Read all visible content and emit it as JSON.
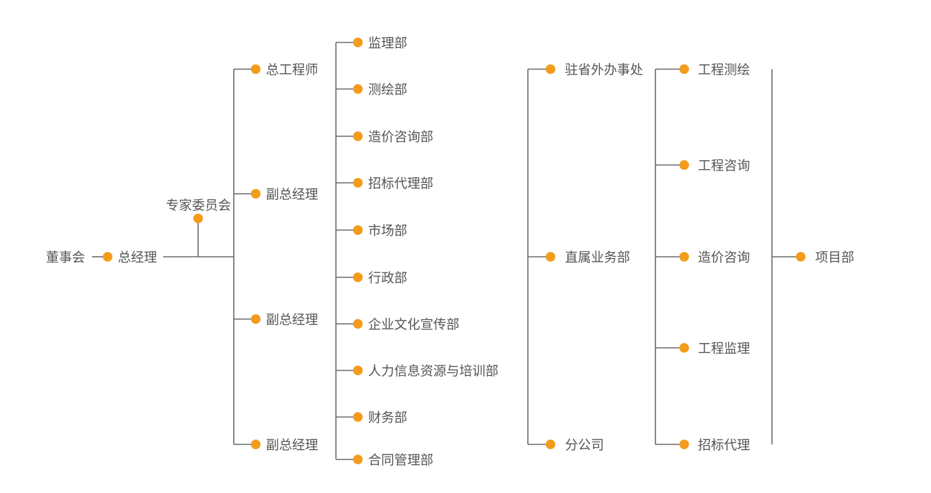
{
  "colors": {
    "node": "#f39c1c",
    "line": "#666666",
    "text": "#555555"
  },
  "root": {
    "board": "董事会",
    "gm": "总经理",
    "expert_committee": "专家委员会"
  },
  "executives": [
    "总工程师",
    "副总经理",
    "副总经理",
    "副总经理"
  ],
  "departments": [
    "监理部",
    "测绘部",
    "造价咨询部",
    "招标代理部",
    "市场部",
    "行政部",
    "企业文化宣传部",
    "人力信息资源与培训部",
    "财务部",
    "合同管理部"
  ],
  "branches": [
    "驻省外办事处",
    "直属业务部",
    "分公司"
  ],
  "services": [
    "工程测绘",
    "工程咨询",
    "造价咨询",
    "工程监理",
    "招标代理"
  ],
  "project": "项目部"
}
